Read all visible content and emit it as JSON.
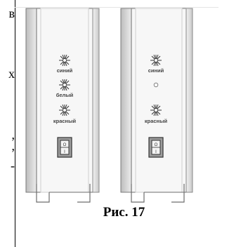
{
  "left_margin_fragments": [
    "в",
    "х",
    ",",
    ",",
    "-"
  ],
  "panels": [
    {
      "lights": [
        {
          "label": "синий",
          "icon": "starburst-icon"
        },
        {
          "label": "белый",
          "icon": "starburst-icon"
        },
        {
          "label": "красный",
          "icon": "starburst-icon"
        }
      ],
      "switch_on": "O",
      "switch_off": "I"
    },
    {
      "lights": [
        {
          "label": "синий",
          "icon": "starburst-icon"
        },
        {
          "label": "",
          "icon": "small-circle-icon"
        },
        {
          "label": "красный",
          "icon": "starburst-icon"
        }
      ],
      "switch_on": "O",
      "switch_off": "I"
    }
  ],
  "caption": "Рис. 17"
}
